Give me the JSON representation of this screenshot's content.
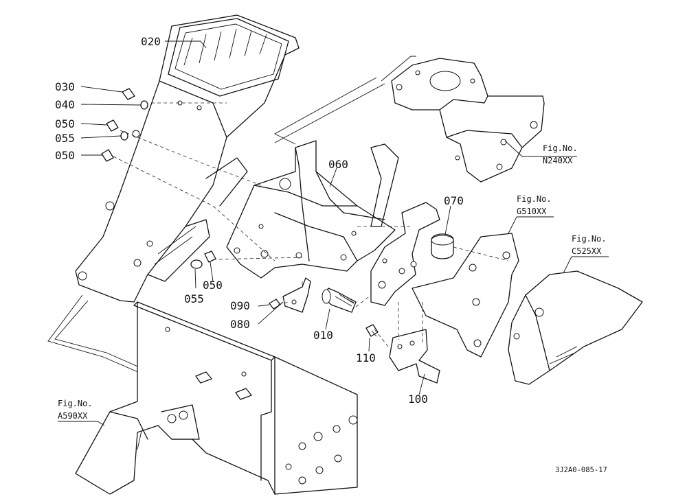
{
  "part_labels": {
    "p020": "020",
    "p030": "030",
    "p040": "040",
    "p050a": "050",
    "p055a": "055",
    "p050b": "050",
    "p060": "060",
    "p070": "070",
    "p055b": "055",
    "p050c": "050",
    "p090": "090",
    "p080": "080",
    "p010": "010",
    "p110": "110",
    "p100": "100"
  },
  "figure_refs": {
    "n240": {
      "fig": "Fig.No.",
      "num": "N240XX"
    },
    "g510": {
      "fig": "Fig.No.",
      "num": "G510XX"
    },
    "c525": {
      "fig": "Fig.No.",
      "num": "C525XX"
    },
    "a590": {
      "fig": "Fig.No.",
      "num": "A590XX"
    }
  },
  "drawing_code": "3J2A0-085-17"
}
